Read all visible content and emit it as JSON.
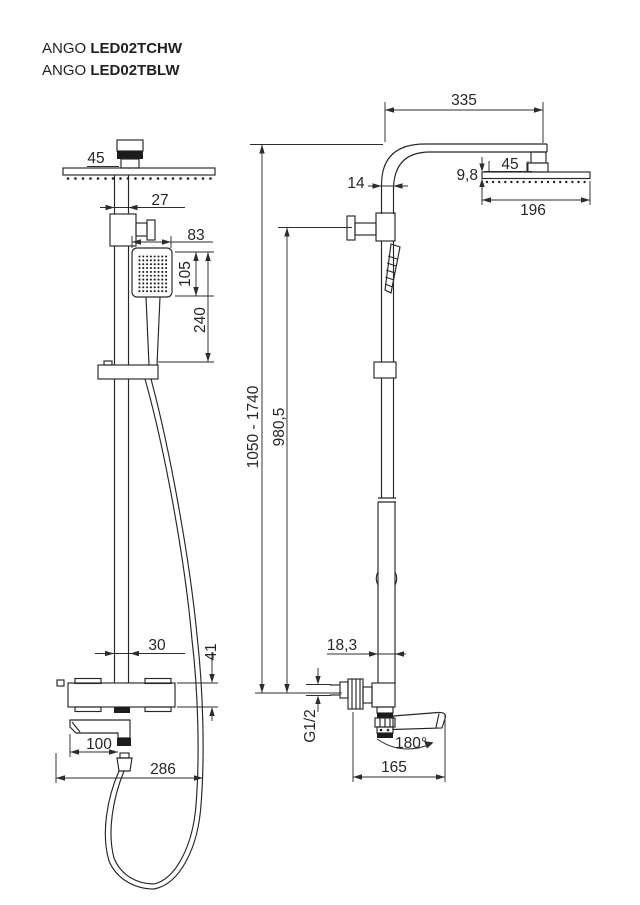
{
  "title": {
    "brand": "ANGO",
    "model1": "LED02TCHW",
    "model2": "LED02TBLW"
  },
  "front_view": {
    "head_connector_width": "45",
    "pipe_width": "27",
    "hand_shower_width": "83",
    "hand_shower_head_height": "105",
    "hand_shower_length": "240",
    "riser_width": "30",
    "mixer_body_height": "41",
    "spout_length": "100",
    "overall_width": "286"
  },
  "side_view": {
    "arm_length": "335",
    "pipe_depth": "14",
    "head_thickness": "9,8",
    "head_connector_depth": "45",
    "head_length": "196",
    "total_height_range": "1050 - 1740",
    "riser_height": "980,5",
    "lower_pipe_depth": "18,3",
    "connection_thread": "G1/2",
    "spout_swivel_angle": "180°",
    "spout_reach": "165"
  }
}
